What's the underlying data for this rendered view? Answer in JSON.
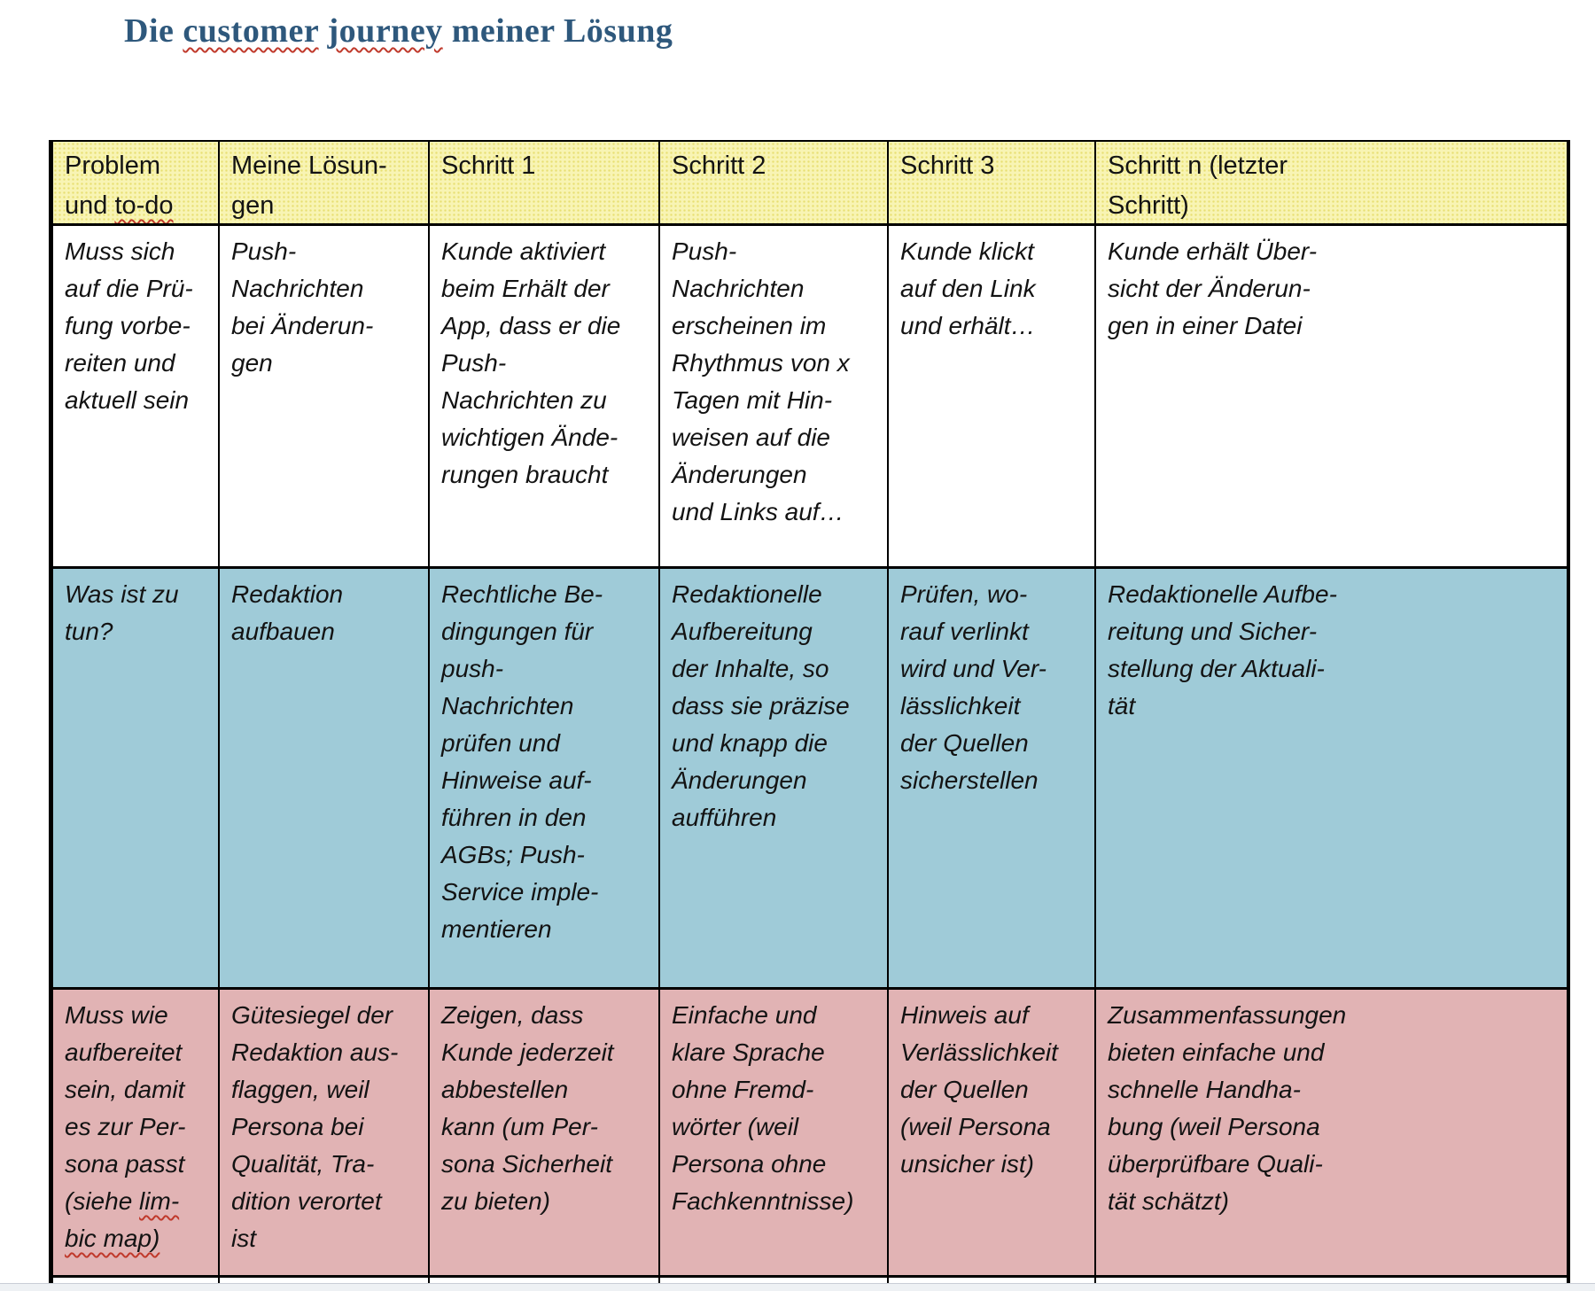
{
  "title": {
    "prefix": "Die ",
    "misspelled_word_1": "customer",
    "separator": " ",
    "misspelled_word_2": "journey",
    "suffix": " meiner Lösung"
  },
  "table": {
    "header": {
      "problem": {
        "pre": "Problem\nund ",
        "squiggle": "to-do"
      },
      "loesungen": "Meine Lösun-\ngen",
      "schritt1": "Schritt 1",
      "schritt2": "Schritt 2",
      "schritt3": "Schritt 3",
      "schrittN": "Schritt n (letzter\nSchritt)"
    },
    "row_problem": {
      "c1": "Muss sich\nauf die Prü-\nfung vorbe-\nreiten und\naktuell sein",
      "c2": "Push-\nNachrichten\nbei Änderun-\ngen",
      "c3": "Kunde aktiviert\nbeim Erhält der\nApp, dass er die\nPush-\nNachrichten zu\nwichtigen Ände-\nrungen braucht",
      "c4": "Push-\nNachrichten\nerscheinen im\nRhythmus von x\nTagen mit Hin-\nweisen auf die\nÄnderungen\nund Links auf…",
      "c5": "Kunde klickt\nauf den Link\nund erhält…",
      "c6": "Kunde erhält Über-\nsicht der Änderun-\ngen in einer Datei"
    },
    "row_todo": {
      "c1": "Was ist zu\ntun?",
      "c2": "Redaktion\naufbauen",
      "c3": "Rechtliche Be-\ndingungen für\npush-\nNachrichten\nprüfen und\nHinweise auf-\nführen in den\nAGBs; Push-\nService imple-\nmentieren",
      "c4": "Redaktionelle\nAufbereitung\nder Inhalte, so\ndass sie präzise\nund knapp die\nÄnderungen\naufführen",
      "c5": "Prüfen, wo-\nrauf verlinkt\nwird und Ver-\nlässlichkeit\nder Quellen\nsicherstellen",
      "c6": "Redaktionelle Aufbe-\nreitung und Sicher-\nstellung der Aktuali-\ntät"
    },
    "row_persona": {
      "c1": {
        "pre": "Muss wie\naufbereitet\nsein, damit\nes zur Per-\nsona passt\n(siehe ",
        "squiggle1": "lim-",
        "break": "\n",
        "squiggle2": "bic map)"
      },
      "c2": "Gütesiegel der\nRedaktion aus-\nflaggen, weil\nPersona bei\nQualität, Tra-\ndition verortet\nist",
      "c3": "Zeigen, dass\nKunde jederzeit\nabbestellen\nkann (um Per-\nsona Sicherheit\nzu bieten)",
      "c4": "Einfache und\nklare Sprache\nohne Fremd-\nwörter (weil\nPersona ohne\nFachkenntnisse)",
      "c5": "Hinweis auf\nVerlässlichkeit\nder Quellen\n(weil Persona\nunsicher ist)",
      "c6": "Zusammenfassungen\nbieten einfache und\nschnelle Handha-\nbung (weil Persona\nüberprüfbare Quali-\ntät schätzt)"
    }
  },
  "colors": {
    "title_text": "#2e587c",
    "spellcheck_squiggle": "#c0392b",
    "header_row_bg": "#f8f4b4",
    "todo_row_bg": "#9fcbd8",
    "persona_row_bg": "#e1b3b4",
    "table_border": "#000000",
    "body_text": "#131313"
  }
}
